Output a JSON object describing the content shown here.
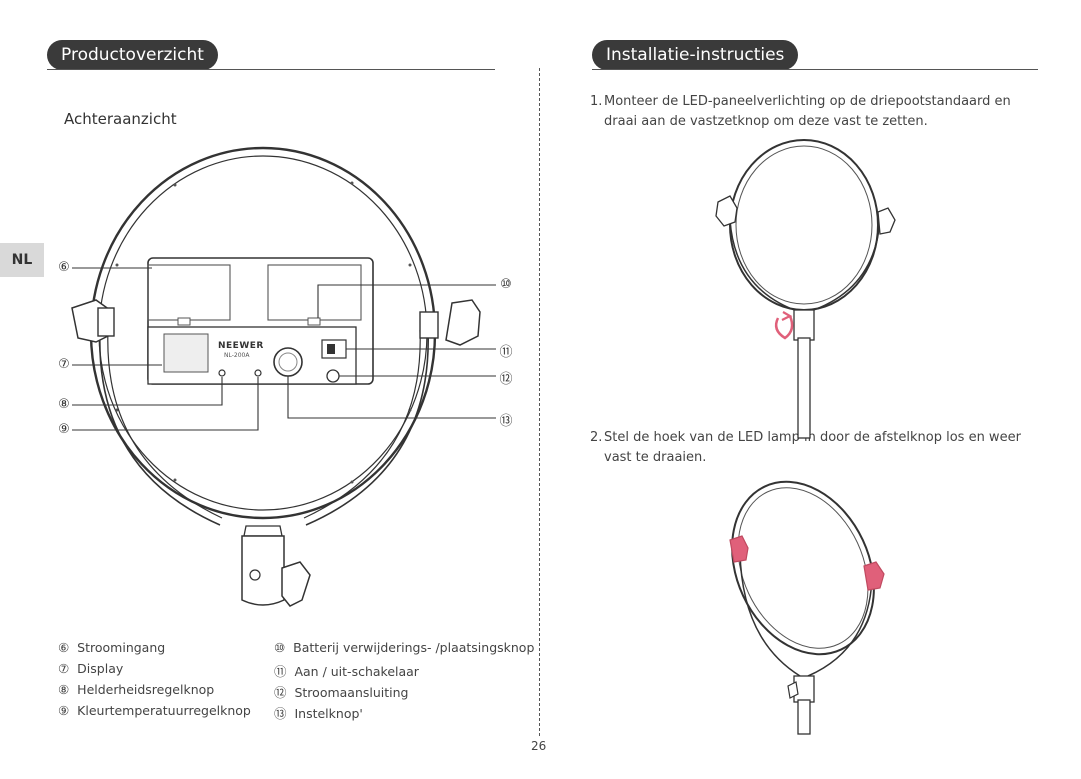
{
  "side_tab": "NL",
  "left": {
    "title": "Productoverzicht",
    "subtitle": "Achteraanzicht",
    "panel_brand": "NEEWER",
    "panel_model": "NL-200A",
    "callouts": [
      "⑥",
      "⑦",
      "⑧",
      "⑨",
      "⑩",
      "⑪",
      "⑫",
      "⑬"
    ],
    "legend_left": [
      {
        "num": "⑥",
        "text": "Stroomingang"
      },
      {
        "num": "⑦",
        "text": "Display"
      },
      {
        "num": "⑧",
        "text": "Helderheidsregelknop"
      },
      {
        "num": "⑨",
        "text": "Kleurtemperatuurregelknop"
      }
    ],
    "legend_right": [
      {
        "num": "⑩",
        "text": "Batterij verwijderings- /plaatsingsknop"
      },
      {
        "num": "⑪",
        "text": "Aan / uit-schakelaar"
      },
      {
        "num": "⑫",
        "text": "Stroomaansluiting"
      },
      {
        "num": "⑬",
        "text": "Instelknop'"
      }
    ]
  },
  "right": {
    "title": "Installatie-instructies",
    "steps": [
      {
        "num": "1.",
        "line1": "Monteer de LED-paneelverlichting op de driepootstandaard en",
        "line2": "draai aan de vastzetknop om deze vast te zetten."
      },
      {
        "num": "2.",
        "line1": "Stel de hoek van de LED lamp in door de afstelknop los en weer",
        "line2": "vast te draaien."
      }
    ]
  },
  "page_number": "26",
  "colors": {
    "accent_pink": "#e0607a",
    "pill_bg": "#3a3a3a"
  }
}
